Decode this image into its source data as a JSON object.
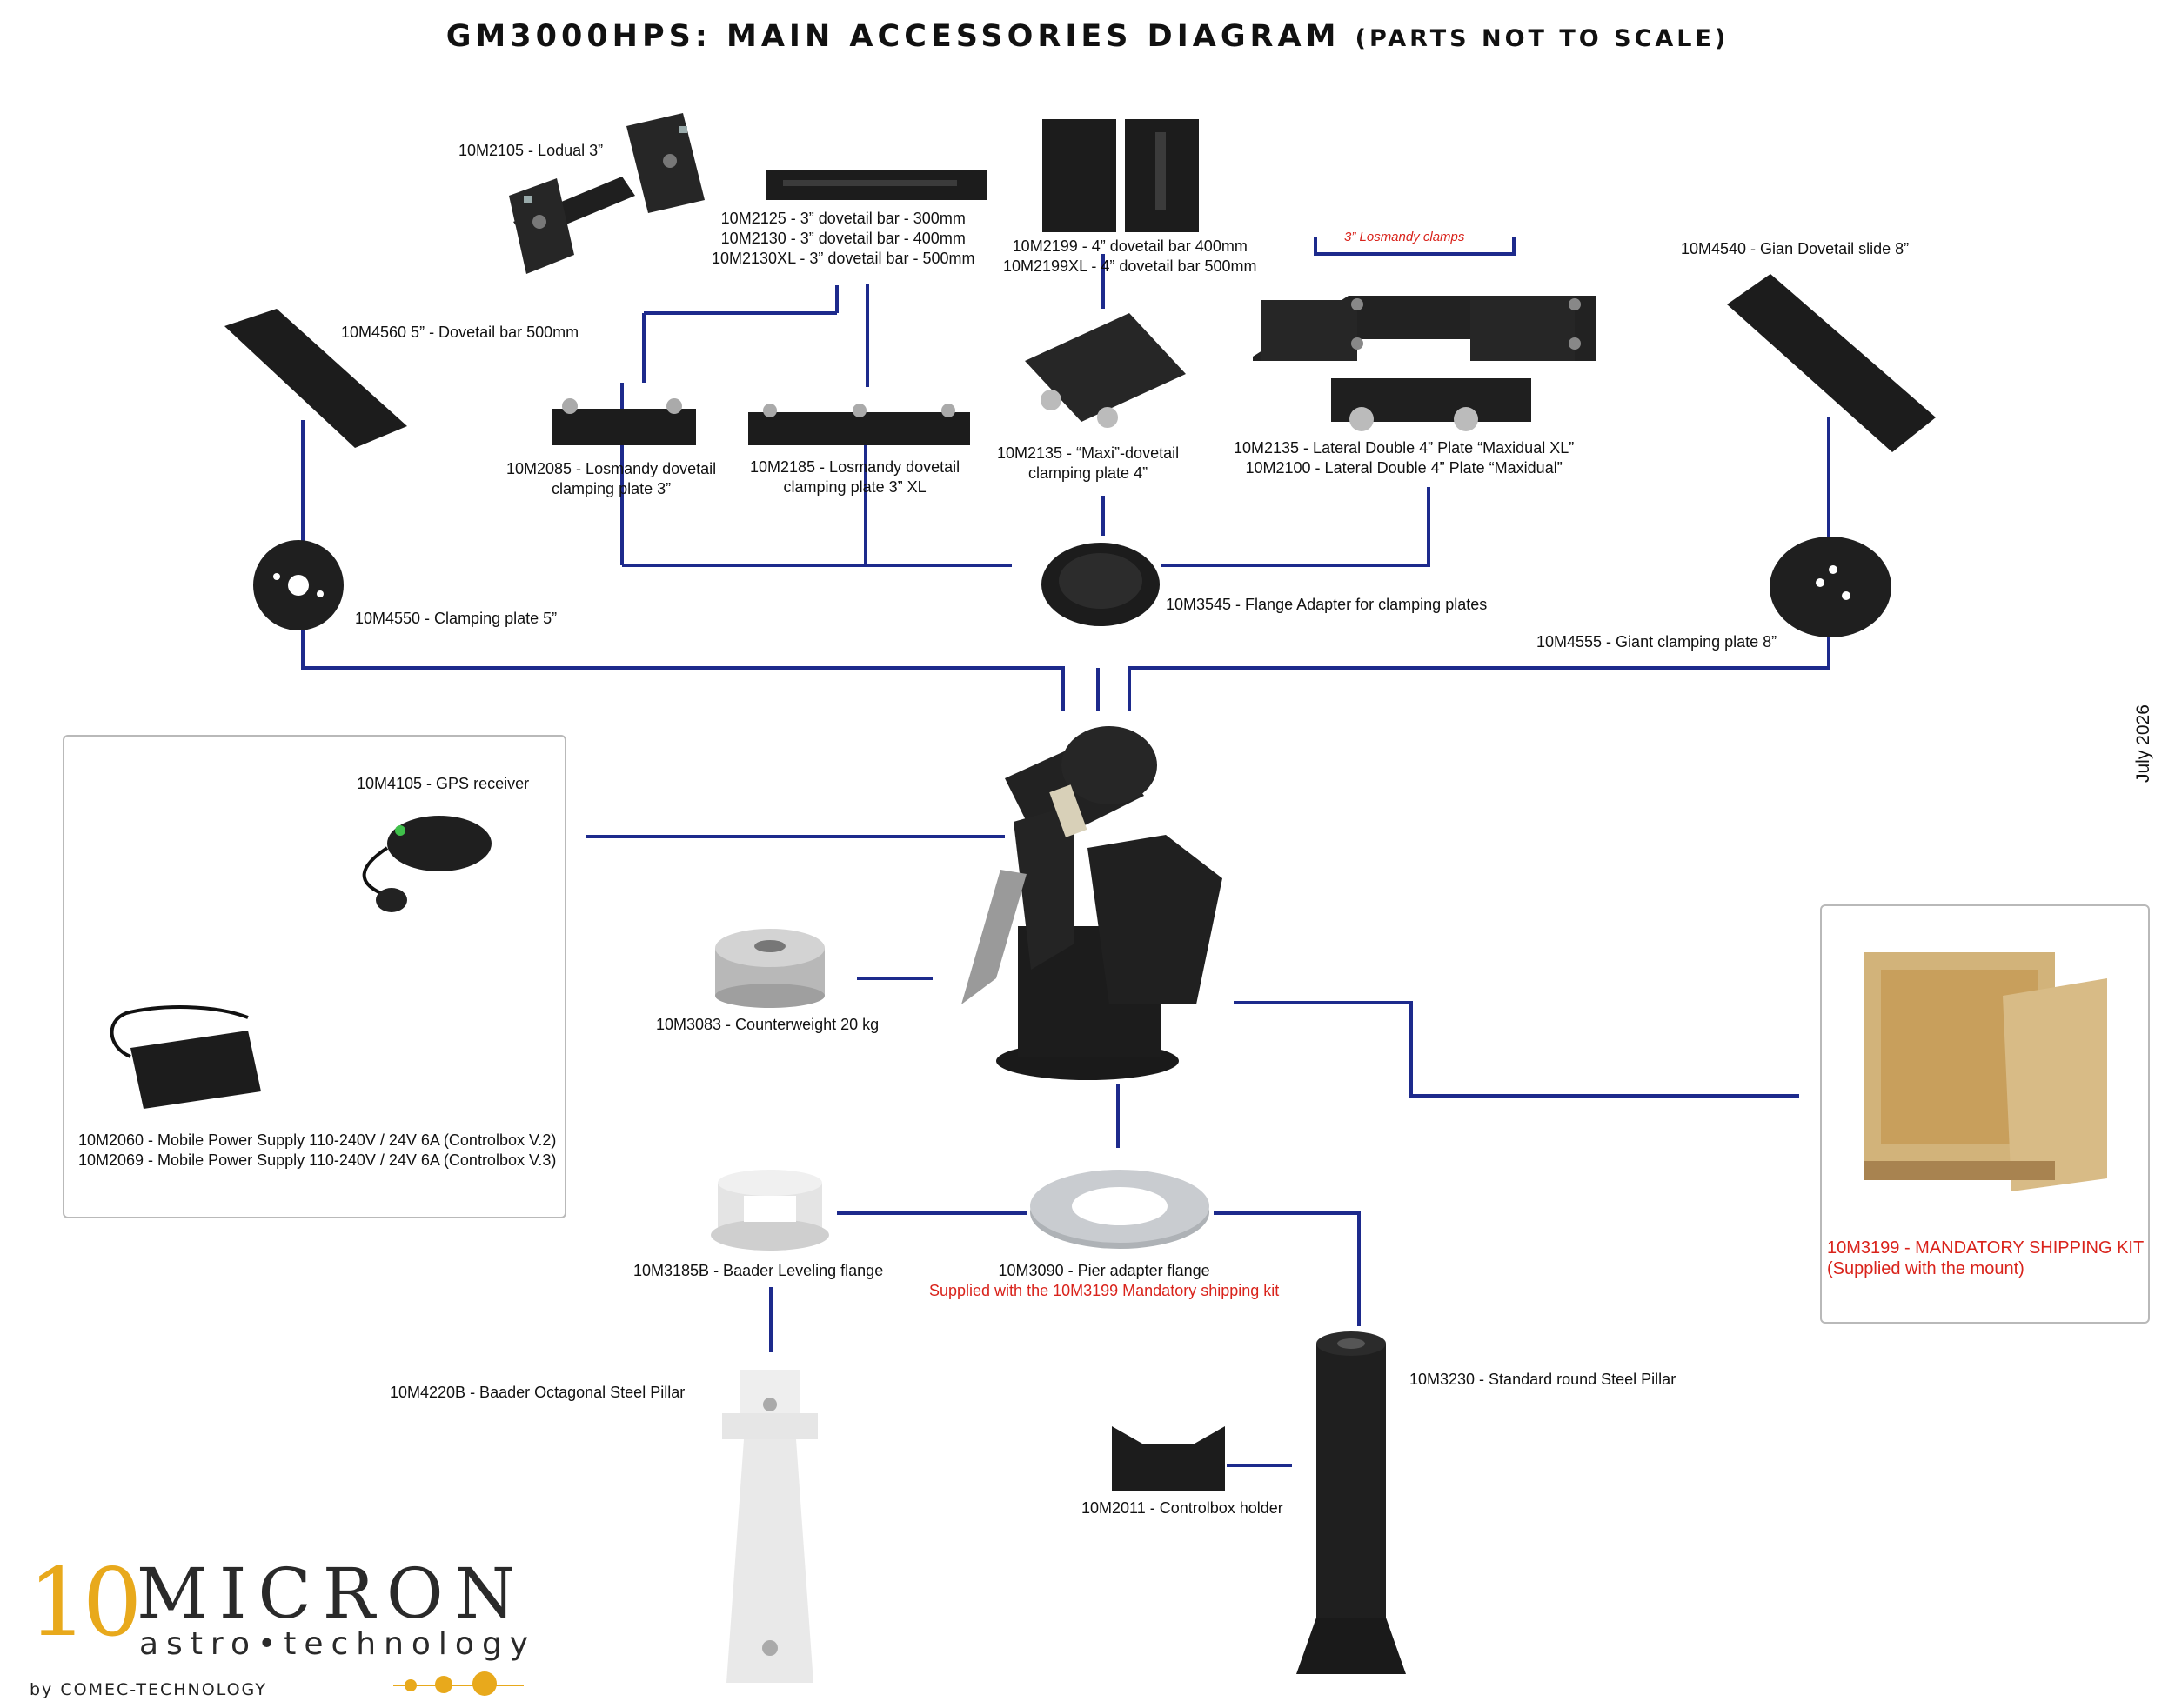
{
  "title": {
    "main": "GM3000HPS: MAIN ACCESSORIES DIAGRAM",
    "note": "(PARTS NOT TO SCALE)"
  },
  "date": "July 2026",
  "labels": {
    "lodual": "10M2105 - Lodual 3”",
    "dovetail_300": "10M2125 - 3” dovetail bar - 300mm",
    "dovetail_400": "10M2130 - 3” dovetail bar - 400mm",
    "dovetail_500": "10M2130XL - 3” dovetail bar - 500mm",
    "dovetail4_400": "10M2199 - 4” dovetail bar 400mm",
    "dovetail4_500": "10M2199XL - 4” dovetail bar 500mm",
    "losmandy_clamps": "3” Losmandy clamps",
    "gian_slide": "10M4540 - Gian Dovetail slide 8”",
    "dovetail5": "10M4560 5” - Dovetail bar 500mm",
    "losmandy3_l1": "10M2085 - Losmandy dovetail",
    "losmandy3_l2": "clamping plate 3”",
    "losmandy3xl_l1": "10M2185 - Losmandy dovetail",
    "losmandy3xl_l2": "clamping plate 3” XL",
    "maxi_l1": "10M2135 - “Maxi”-dovetail",
    "maxi_l2": "clamping plate 4”",
    "lateral_xl": "10M2135 - Lateral Double 4” Plate “Maxidual XL”",
    "lateral": "10M2100 - Lateral Double 4” Plate “Maxidual”",
    "clamp5": "10M4550 - Clamping plate 5”",
    "flange_adapter": "10M3545 - Flange Adapter for clamping plates",
    "giant_clamp": "10M4555 - Giant clamping plate 8”",
    "gps": "10M4105 - GPS receiver",
    "counterweight": "10M3083 - Counterweight 20 kg",
    "psu_v2": "10M2060 - Mobile Power Supply 110-240V / 24V 6A (Controlbox V.2)",
    "psu_v3": "10M2069 - Mobile Power Supply 110-240V / 24V 6A (Controlbox V.3)",
    "shipping_kit": "10M3199 - MANDATORY SHIPPING KIT",
    "shipping_kit_note": "(Supplied with the mount)",
    "leveling_flange": "10M3185B - Baader Leveling flange",
    "pier_adapter": "10M3090 - Pier adapter flange",
    "pier_adapter_note": "Supplied with the 10M3199 Mandatory shipping kit",
    "octagonal_pillar": "10M4220B - Baader Octagonal Steel Pillar",
    "round_pillar": "10M3230 - Standard round Steel Pillar",
    "controlbox_holder": "10M2011 - Controlbox holder"
  },
  "logo": {
    "ten": "10",
    "micron": "MICRON",
    "tagline": "astro•technology",
    "by": "by COMEC-TECHNOLOGY"
  },
  "colors": {
    "wire": "#1d2a8c",
    "note_red": "#d9231b",
    "logo_gold": "#e8a91c",
    "metal_black": "#1b1b1b",
    "aluminium": "#c9ccd0"
  }
}
